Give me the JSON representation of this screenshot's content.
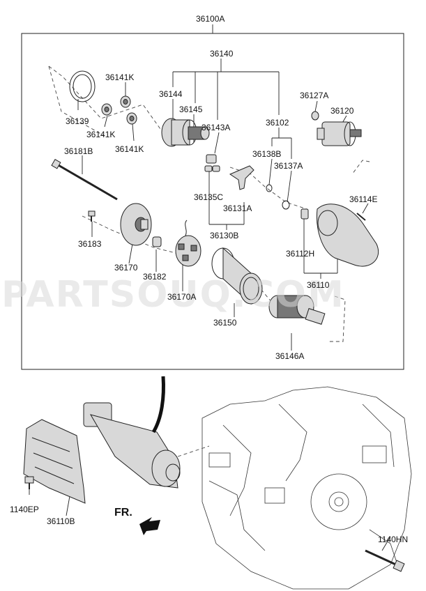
{
  "diagram": {
    "watermark": "PARTSOUQ.COM",
    "direction_label": "FR.",
    "labels": {
      "assembly": "36100A",
      "p36140": "36140",
      "p36141K_top": "36141K",
      "p36127A": "36127A",
      "p36144": "36144",
      "p36145": "36145",
      "p36120": "36120",
      "p36139": "36139",
      "p36141K_mid": "36141K",
      "p36141K_bot": "36141K",
      "p36143A": "36143A",
      "p36102": "36102",
      "p36181B": "36181B",
      "p36138B": "36138B",
      "p36137A": "36137A",
      "p36135C": "36135C",
      "p36131A": "36131A",
      "p36114E": "36114E",
      "p36130B": "36130B",
      "p36183": "36183",
      "p36170": "36170",
      "p36182": "36182",
      "p36112H": "36112H",
      "p36110": "36110",
      "p36170A": "36170A",
      "p36150": "36150",
      "p36146A": "36146A",
      "p1140EP": "1140EP",
      "p36110B": "36110B",
      "p1140HN": "1140HN"
    }
  }
}
